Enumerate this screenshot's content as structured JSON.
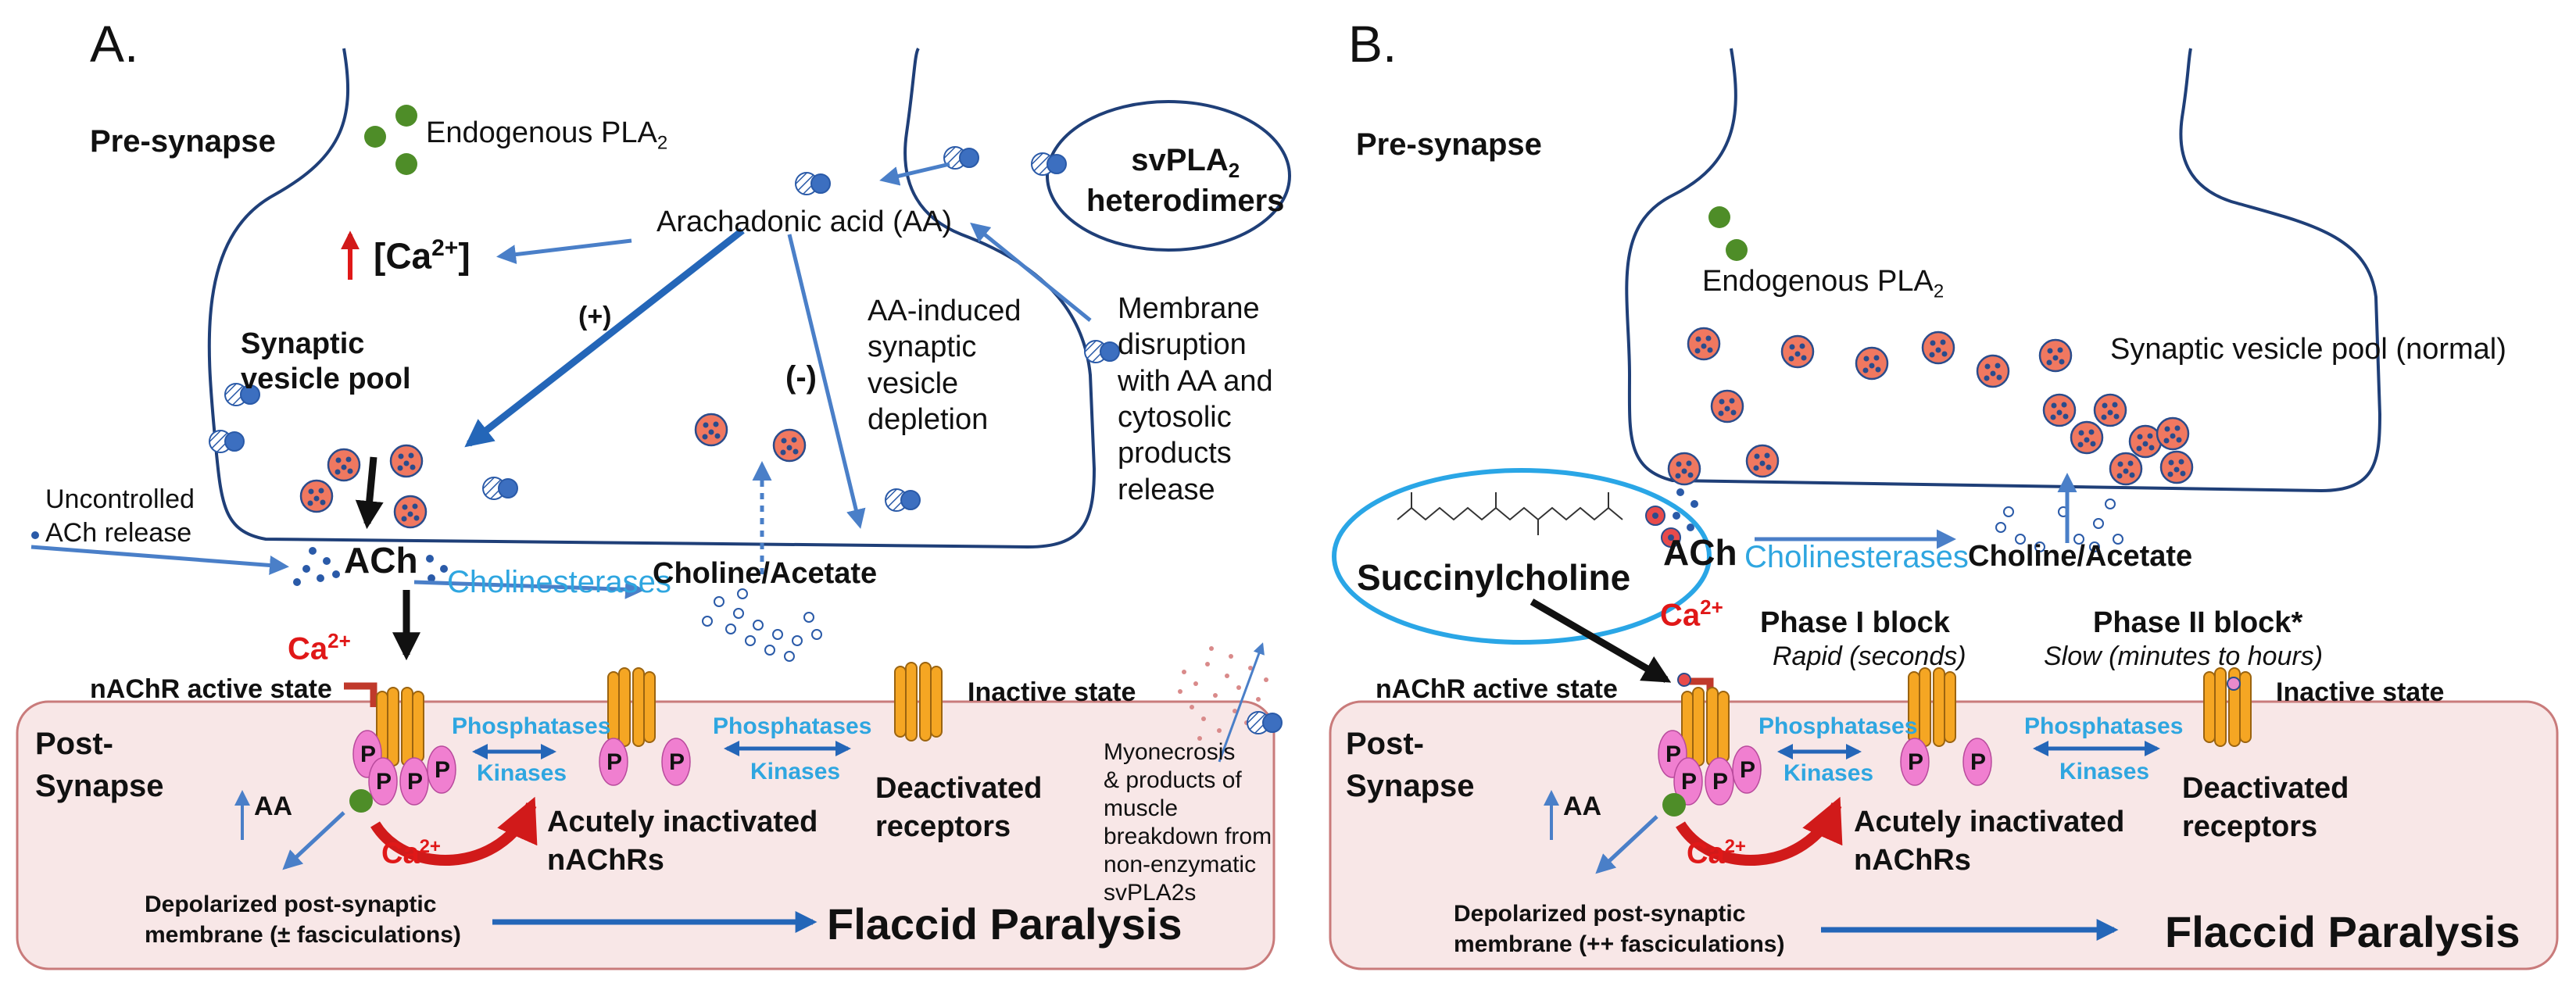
{
  "colors": {
    "membrane": "#1f3f78",
    "arrow_blue": "#4a7fc8",
    "arrow_dark_blue": "#2466b8",
    "cyan_text": "#2fa6e0",
    "ca_red": "#e01818",
    "receptor_orange": "#f5a623",
    "phospho_pink": "#f07fd0",
    "vesicle_orange": "#f07860",
    "pla2_green": "#4e8d28",
    "post_synapse_fill": "#f8e7e7",
    "post_synapse_border": "#c97b7b"
  },
  "panel_a": {
    "letter": "A.",
    "pre_synapse": "Pre-synapse",
    "endogenous_pla2": "Endogenous PLA",
    "endogenous_pla2_sub": "2",
    "svpla2_line1": "svPLA",
    "svpla2_sub": "2",
    "svpla2_line2": "heterodimers",
    "arachidonic_acid": "Arachadonic acid (AA)",
    "ca_increase": "[Ca",
    "ca_increase_sup": "2+",
    "ca_increase_close": "]",
    "plus_sign": "(+)",
    "minus_sign": "(-)",
    "synaptic_vesicle_pool_line1": "Synaptic",
    "synaptic_vesicle_pool_line2": "vesicle pool",
    "aa_depletion": [
      "AA-induced",
      "synaptic",
      "vesicle",
      "depletion"
    ],
    "membrane_disruption": [
      "Membrane",
      "disruption",
      "with AA and",
      "cytosolic",
      "products",
      "release"
    ],
    "uncontrolled_line1": "Uncontrolled",
    "uncontrolled_line2": "ACh release",
    "ach": "ACh",
    "cholinesterases": "Cholinesterases",
    "choline_acetate": "Choline/Acetate",
    "ca_post": "Ca",
    "ca_post_sup": "2+",
    "nachr_active": "nAChR active state",
    "phosphatases_1": "Phosphatases",
    "kinases_1": "Kinases",
    "phosphatases_2": "Phosphatases",
    "kinases_2": "Kinases",
    "inactive_state": "Inactive state",
    "post_line1": "Post-",
    "post_line2": "Synapse",
    "aa_post": "AA",
    "ca_lower": "Ca",
    "ca_lower_sup": "2+",
    "acutely_line1": "Acutely inactivated",
    "acutely_line2": "nAChRs",
    "deactivated_line1": "Deactivated",
    "deactivated_line2": "receptors",
    "myonecrosis": [
      "Myonecrosis",
      "& products of",
      "muscle",
      "breakdown from",
      "non-enzymatic",
      "svPLA2s"
    ],
    "depolarized_line1": "Depolarized post-synaptic",
    "depolarized_line2": "membrane (± fasciculations)",
    "flaccid_paralysis": "Flaccid Paralysis",
    "phospho_label": "P"
  },
  "panel_b": {
    "letter": "B.",
    "pre_synapse": "Pre-synapse",
    "endogenous_pla2": "Endogenous PLA",
    "endogenous_pla2_sub": "2",
    "synaptic_vesicle_pool": "Synaptic vesicle pool (normal)",
    "ach": "ACh",
    "cholinesterases": "Cholinesterases",
    "choline_acetate": "Choline/Acetate",
    "succinylcholine": "Succinylcholine",
    "ca_post": "Ca",
    "ca_post_sup": "2+",
    "phase1_title": "Phase I block",
    "phase1_sub": "Rapid (seconds)",
    "phase2_title": "Phase II block*",
    "phase2_sub": "Slow (minutes to hours)",
    "nachr_active": "nAChR active state",
    "phosphatases_1": "Phosphatases",
    "kinases_1": "Kinases",
    "phosphatases_2": "Phosphatases",
    "kinases_2": "Kinases",
    "inactive_state": "Inactive state",
    "post_line1": "Post-",
    "post_line2": "Synapse",
    "aa_post": "AA",
    "ca_lower": "Ca",
    "ca_lower_sup": "2+",
    "acutely_line1": "Acutely inactivated",
    "acutely_line2": "nAChRs",
    "deactivated_line1": "Deactivated",
    "deactivated_line2": "receptors",
    "depolarized_line1": "Depolarized post-synaptic",
    "depolarized_line2": "membrane (++ fasciculations)",
    "flaccid_paralysis": "Flaccid Paralysis",
    "phospho_label": "P"
  }
}
